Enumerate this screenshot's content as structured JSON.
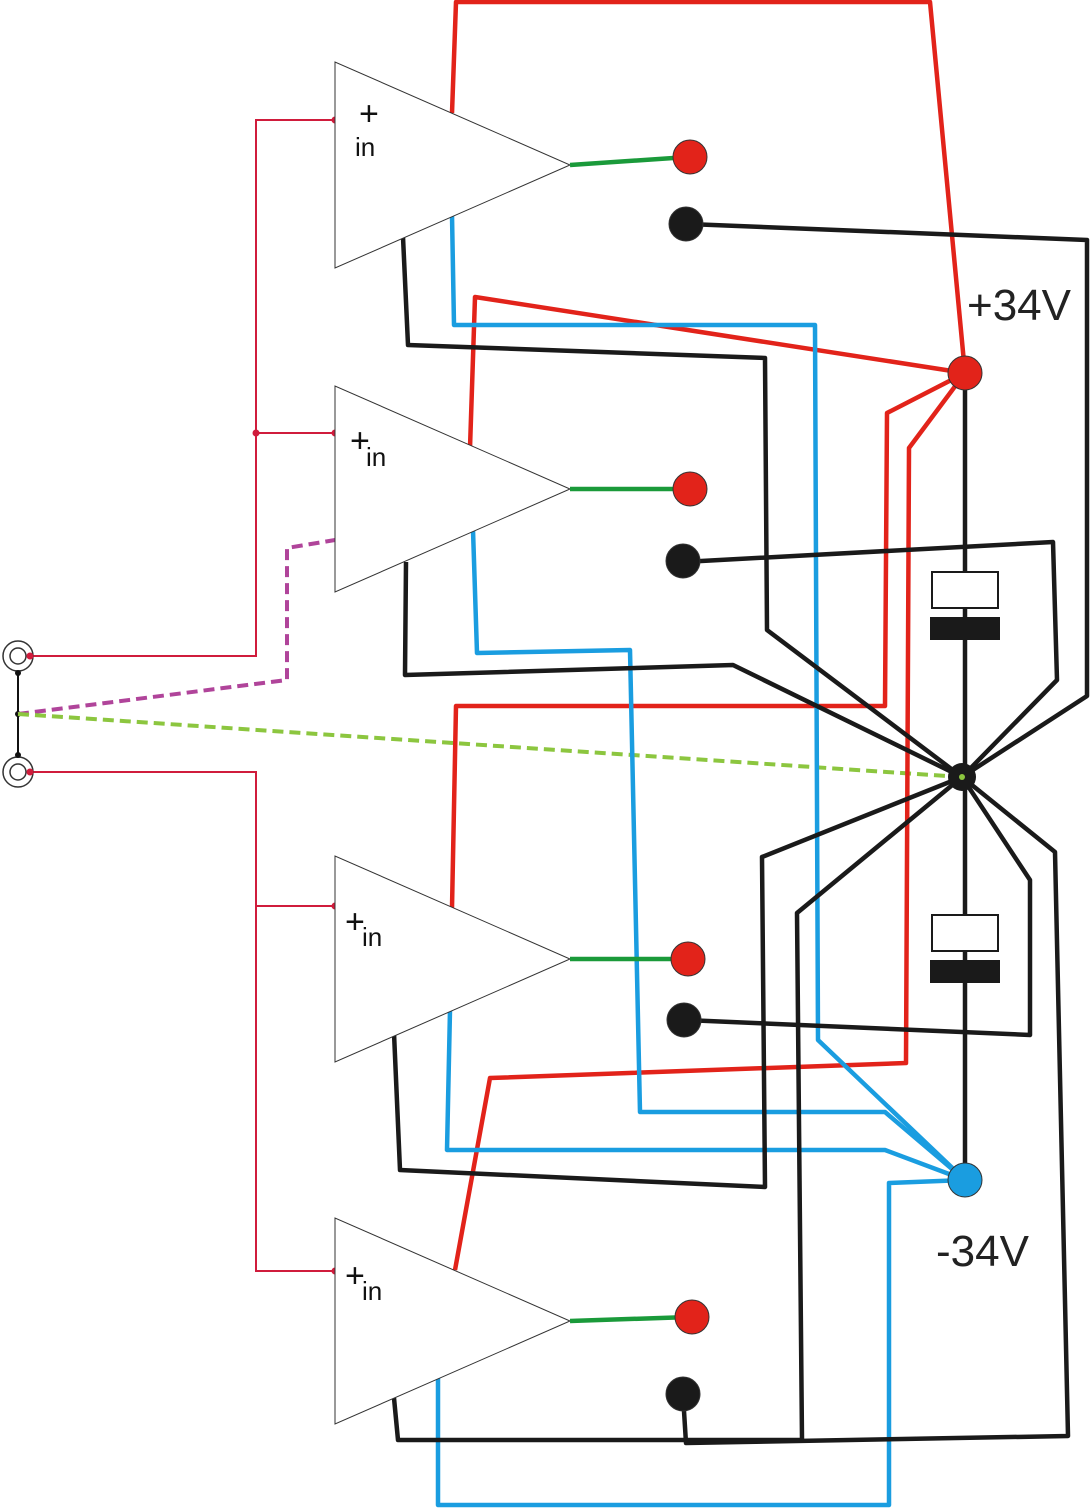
{
  "labels": {
    "positive_rail": "+34V",
    "negative_rail": "-34V"
  },
  "amplifiers": [
    {
      "plus": "+",
      "input": "in"
    },
    {
      "plus": "+",
      "input": "in"
    },
    {
      "plus": "+",
      "input": "in"
    },
    {
      "plus": "+",
      "input": "in"
    }
  ],
  "colors": {
    "positive_supply": "#e2231a",
    "negative_supply": "#1a9de0",
    "ground": "#1a1a1a",
    "output": "#1a9a3a",
    "input_signal": "#d01c3c",
    "dashed_ground_purple": "#b0449a",
    "dashed_ground_green": "#8cc63f"
  }
}
